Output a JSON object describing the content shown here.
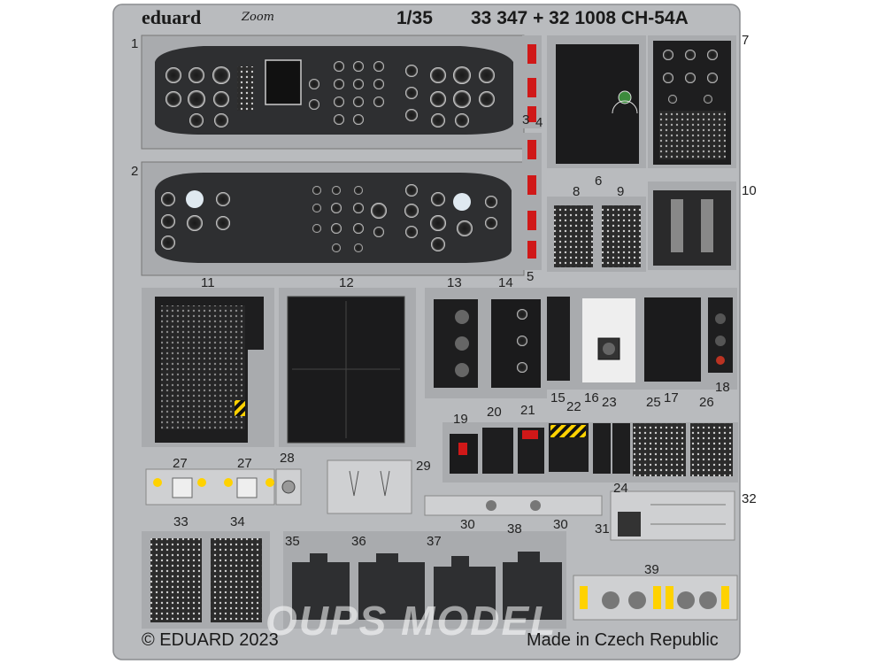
{
  "header": {
    "brand": "eduard",
    "zoom_mark": "Zoom",
    "scale": "1/35",
    "set_code": "33 347 + 32 1008 CH-54A"
  },
  "footer": {
    "copyright": "© EDUARD 2023",
    "origin": "Made in Czech Republic",
    "watermark": "OUPS MODEL"
  },
  "colors": {
    "fret": "#b9bbbe",
    "frame": "#5f6266",
    "panel": "#2e2f31",
    "yellow": "#ffd200",
    "red": "#d01818",
    "white_panel": "#eeeeee"
  },
  "part_numbers": [
    "1",
    "2",
    "3",
    "4",
    "5",
    "6",
    "7",
    "8",
    "9",
    "10",
    "11",
    "12",
    "13",
    "14",
    "15",
    "16",
    "17",
    "18",
    "19",
    "20",
    "21",
    "22",
    "23",
    "24",
    "25",
    "26",
    "27",
    "27",
    "28",
    "29",
    "30",
    "30",
    "31",
    "32",
    "33",
    "34",
    "35",
    "36",
    "37",
    "38",
    "39"
  ]
}
